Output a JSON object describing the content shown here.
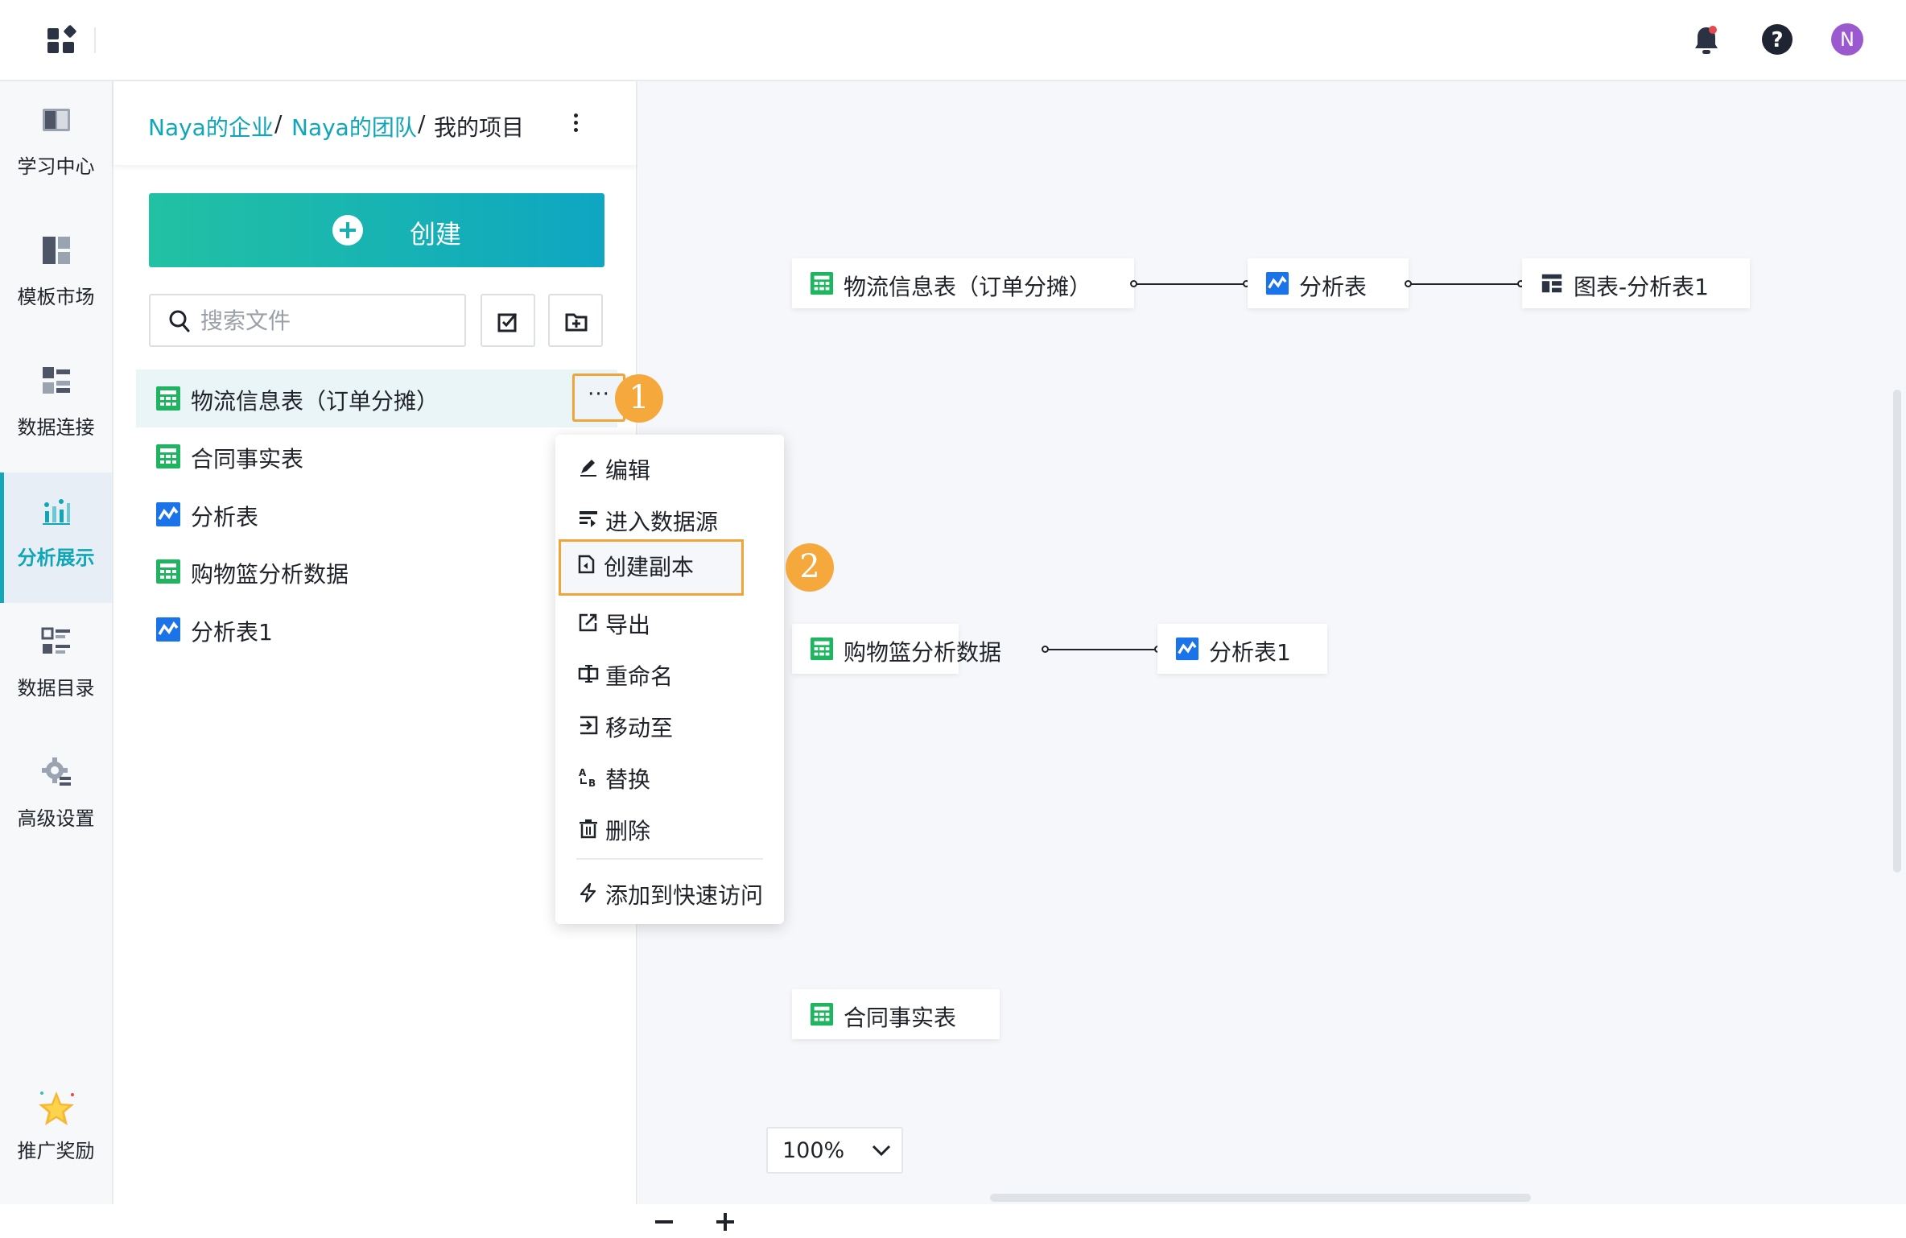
{
  "topbar": {
    "avatar_initial": "N",
    "icons": [
      "apps-grid-icon",
      "notification-bell-icon",
      "help-icon",
      "avatar"
    ],
    "accent": "#0fa6b8",
    "avatar_color": "#9b59d0"
  },
  "nav": {
    "items": [
      {
        "label": "学习中心",
        "icon": "book-icon"
      },
      {
        "label": "模板市场",
        "icon": "template-icon"
      },
      {
        "label": "数据连接",
        "icon": "data-connect-icon"
      },
      {
        "label": "分析展示",
        "icon": "analysis-chart-icon",
        "active": true
      },
      {
        "label": "数据目录",
        "icon": "catalog-icon"
      },
      {
        "label": "高级设置",
        "icon": "gear-icon"
      },
      {
        "label": "推广奖励",
        "icon": "star-reward-icon"
      }
    ]
  },
  "panel": {
    "breadcrumb": [
      "Naya的企业",
      "/",
      "Naya的团队",
      "/",
      "我的项目"
    ],
    "create_label": "创建",
    "search_placeholder": "搜索文件",
    "more_label": "···",
    "files": [
      {
        "name": "物流信息表（订单分摊）",
        "type": "table"
      },
      {
        "name": "合同事实表",
        "type": "table"
      },
      {
        "name": "分析表",
        "type": "analysis"
      },
      {
        "name": "购物篮分析数据",
        "type": "table"
      },
      {
        "name": "分析表1",
        "type": "analysis"
      }
    ]
  },
  "badges": {
    "step1": "1",
    "step2": "2"
  },
  "context_menu": {
    "items": [
      {
        "label": "编辑",
        "icon": "edit-icon"
      },
      {
        "label": "进入数据源",
        "icon": "enter-datasource-icon"
      },
      {
        "label": "创建副本",
        "icon": "copy-icon",
        "highlighted": true
      },
      {
        "label": "导出",
        "icon": "export-icon"
      },
      {
        "label": "重命名",
        "icon": "rename-icon"
      },
      {
        "label": "移动至",
        "icon": "move-icon"
      },
      {
        "label": "替换",
        "icon": "replace-icon"
      },
      {
        "label": "删除",
        "icon": "trash-icon"
      },
      {
        "label": "添加到快速访问",
        "icon": "lightning-icon"
      }
    ]
  },
  "canvas": {
    "nodes": [
      {
        "label": "物流信息表（订单分摊）",
        "type": "table"
      },
      {
        "label": "分析表",
        "type": "analysis"
      },
      {
        "label": "图表-分析表1",
        "type": "chart"
      },
      {
        "label": "购物篮分析数据",
        "type": "table"
      },
      {
        "label": "分析表1",
        "type": "analysis"
      },
      {
        "label": "合同事实表",
        "type": "table"
      }
    ],
    "zoom": "100%"
  }
}
